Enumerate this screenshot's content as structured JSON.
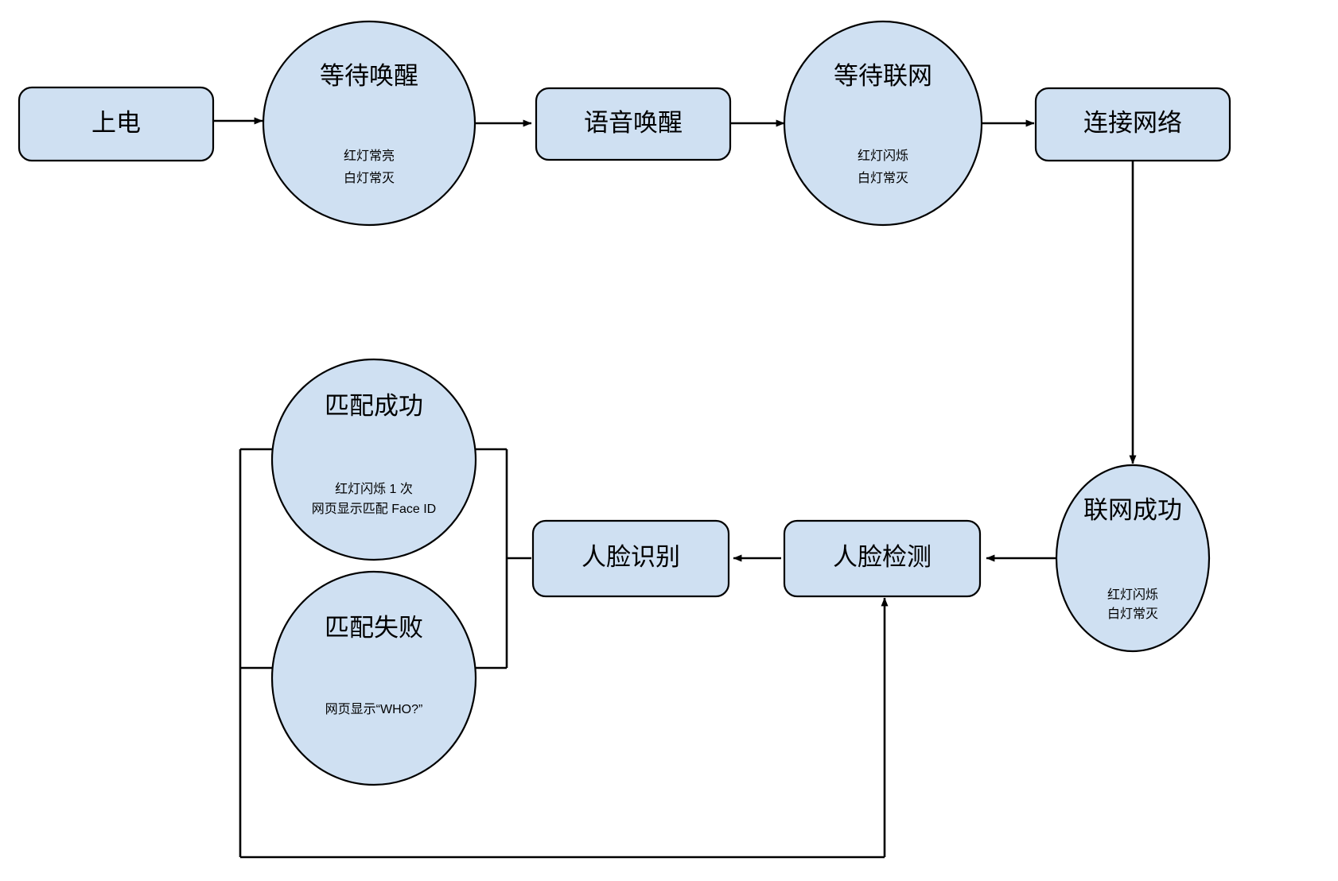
{
  "diagram": {
    "type": "flowchart",
    "background_color": "#ffffff",
    "node_fill_color": "#cfe0f2",
    "node_stroke_color": "#000000",
    "text_color": "#000000",
    "nodes": [
      {
        "id": "power-on",
        "shape": "rounded-rectangle",
        "title": "上电",
        "sub": []
      },
      {
        "id": "wait-wakeup",
        "shape": "ellipse",
        "title": "等待唤醒",
        "sub": [
          "红灯常亮",
          "白灯常灭"
        ]
      },
      {
        "id": "voice-wakeup",
        "shape": "rounded-rectangle",
        "title": "语音唤醒",
        "sub": []
      },
      {
        "id": "wait-network",
        "shape": "ellipse",
        "title": "等待联网",
        "sub": [
          "红灯闪烁",
          "白灯常灭"
        ]
      },
      {
        "id": "connect-network",
        "shape": "rounded-rectangle",
        "title": "连接网络",
        "sub": []
      },
      {
        "id": "network-success",
        "shape": "ellipse",
        "title": "联网成功",
        "sub": [
          "红灯闪烁",
          "白灯常灭"
        ]
      },
      {
        "id": "face-detect",
        "shape": "rounded-rectangle",
        "title": "人脸检测",
        "sub": []
      },
      {
        "id": "face-recognize",
        "shape": "rounded-rectangle",
        "title": "人脸识别",
        "sub": []
      },
      {
        "id": "match-success",
        "shape": "ellipse",
        "title": "匹配成功",
        "sub": [
          "红灯闪烁 1 次",
          "网页显示匹配 Face ID"
        ]
      },
      {
        "id": "match-fail",
        "shape": "ellipse",
        "title": "匹配失败",
        "sub": [
          "网页显示“WHO?”"
        ]
      }
    ],
    "edges": [
      {
        "id": "e1",
        "from": "power-on",
        "to": "wait-wakeup",
        "arrow": true
      },
      {
        "id": "e2",
        "from": "wait-wakeup",
        "to": "voice-wakeup",
        "arrow": true
      },
      {
        "id": "e3",
        "from": "voice-wakeup",
        "to": "wait-network",
        "arrow": true
      },
      {
        "id": "e4",
        "from": "wait-network",
        "to": "connect-network",
        "arrow": true
      },
      {
        "id": "e5",
        "from": "connect-network",
        "to": "network-success",
        "arrow": true
      },
      {
        "id": "e6",
        "from": "network-success",
        "to": "face-detect",
        "arrow": true
      },
      {
        "id": "e7",
        "from": "face-detect",
        "to": "face-recognize",
        "arrow": true
      },
      {
        "id": "e8",
        "from": "face-recognize",
        "to": "match-success",
        "arrow": false
      },
      {
        "id": "e9",
        "from": "face-recognize",
        "to": "match-fail",
        "arrow": false
      },
      {
        "id": "e10",
        "from": "match-fail",
        "to": "face-detect",
        "arrow": true
      }
    ]
  }
}
